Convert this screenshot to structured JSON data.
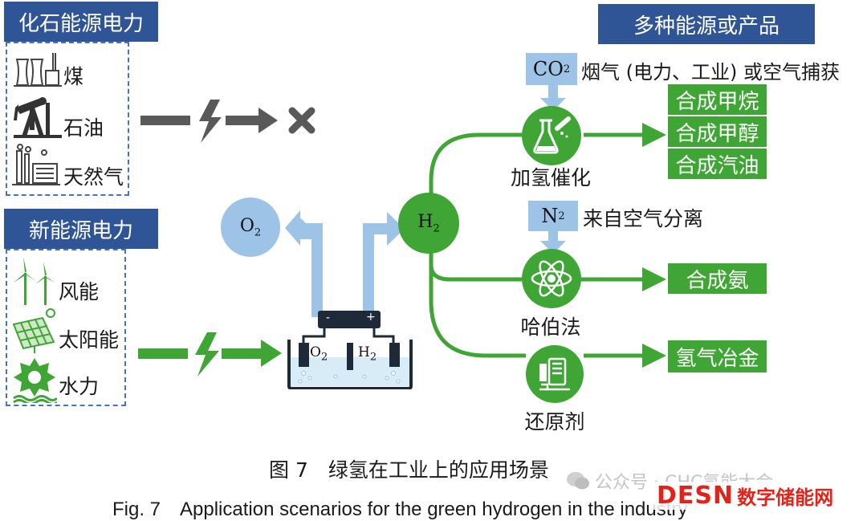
{
  "fossil": {
    "header": "化石能源电力",
    "items": [
      {
        "label": "煤",
        "icon": "power-plant-icon"
      },
      {
        "label": "石油",
        "icon": "oil-pump-icon"
      },
      {
        "label": "天然气",
        "icon": "factory-icon"
      }
    ]
  },
  "renewable": {
    "header": "新能源电力",
    "items": [
      {
        "label": "风能",
        "icon": "wind-turbine-icon"
      },
      {
        "label": "太阳能",
        "icon": "solar-panel-icon"
      },
      {
        "label": "水力",
        "icon": "hydro-icon"
      }
    ]
  },
  "outputs_header": "多种能源或产品",
  "electrolyzer": {
    "o2": "O",
    "o2_sub": "2",
    "h2": "H",
    "h2_sub": "2",
    "minus": "-",
    "plus": "+"
  },
  "hub": {
    "text": "H",
    "sub": "2"
  },
  "o2_bubble": {
    "text": "O",
    "sub": "2"
  },
  "inputs": [
    {
      "formula": "CO",
      "sub": "2",
      "note": "烟气 (电力、工业) 或空气捕获"
    },
    {
      "formula": "N",
      "sub": "2",
      "note": "来自空气分离"
    }
  ],
  "processes": [
    {
      "label": "加氢催化",
      "icon": "flask-icon"
    },
    {
      "label": "哈伯法",
      "icon": "atom-icon"
    },
    {
      "label": "还原剂",
      "icon": "reductant-icon"
    }
  ],
  "products": [
    "合成甲烷",
    "合成甲醇",
    "合成汽油",
    "合成氨",
    "氢气冶金"
  ],
  "caption_cn": "图 7　绿氢在工业上的应用场景",
  "caption_en": "Fig. 7　Application scenarios for the green hydrogen in the industry",
  "watermark": "公众号 · CHC氢能大会",
  "logo": {
    "latin": "DESN",
    "cn": "数字储能网"
  },
  "colors": {
    "navy": "#2f5597",
    "green": "#3fa535",
    "light_blue": "#9dc3e6",
    "gray": "#595959"
  }
}
